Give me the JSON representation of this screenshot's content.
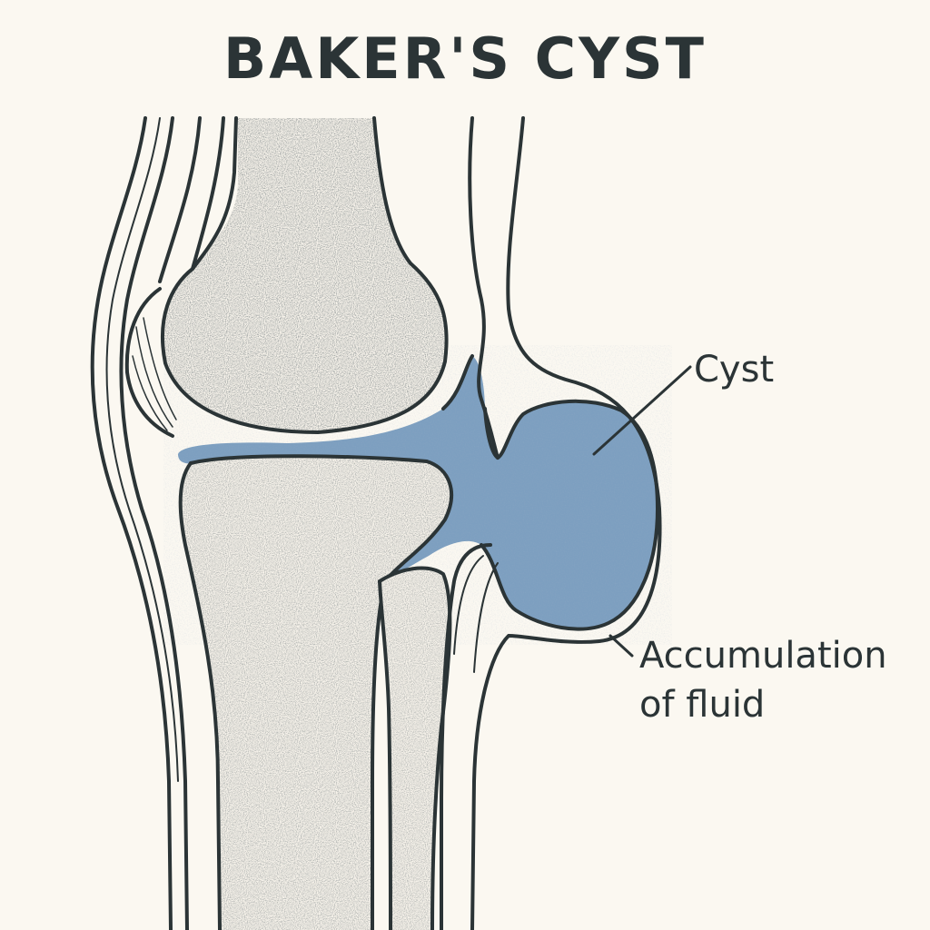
{
  "title": "BAKER'S CYST",
  "labels": {
    "cyst": "Cyst",
    "fluid_line1": "Accumulation",
    "fluid_line2": "of fluid"
  },
  "colors": {
    "background": "#fbf8f1",
    "ink": "#2b3436",
    "fluid": "#7d9fc0",
    "bone_fill": "#f6f2ea"
  }
}
